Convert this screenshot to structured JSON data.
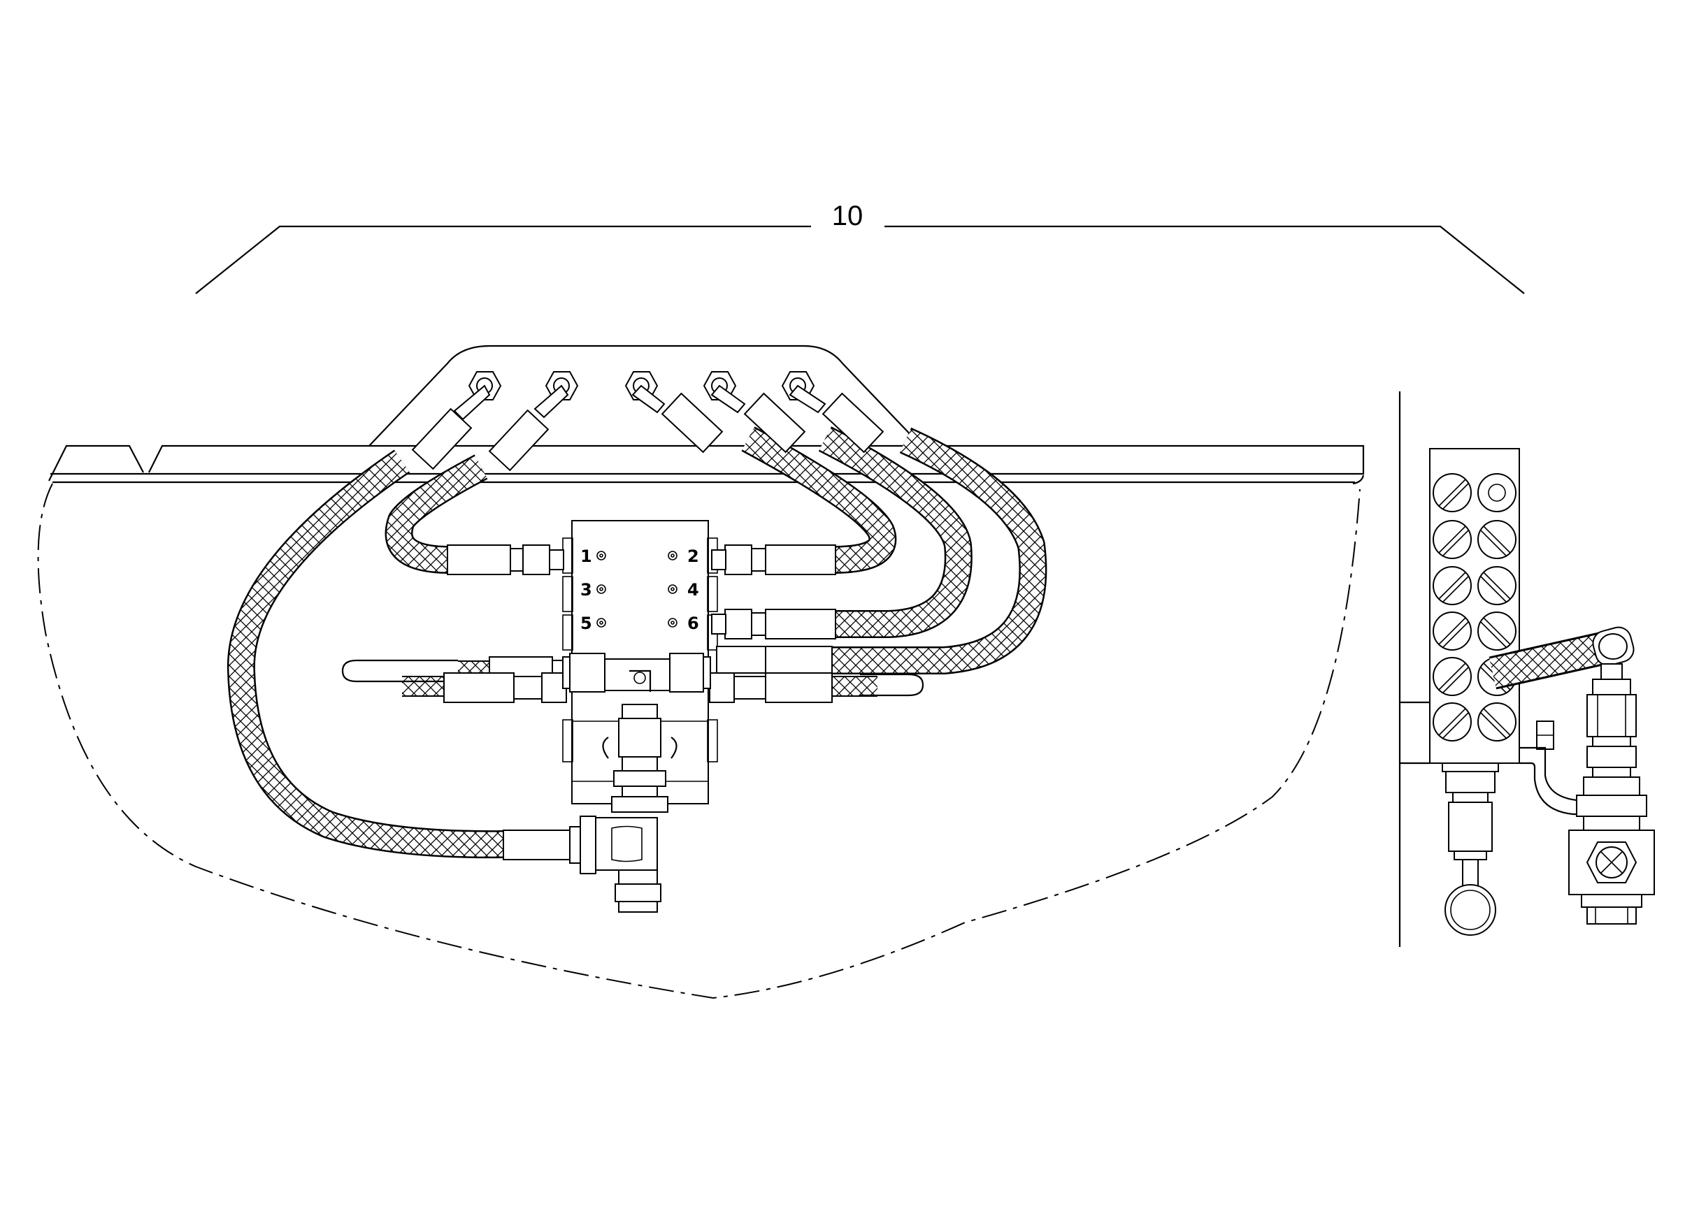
{
  "callout": {
    "number": "10"
  },
  "manifold": {
    "ports": [
      {
        "label": "1"
      },
      {
        "label": "2"
      },
      {
        "label": "3"
      },
      {
        "label": "4"
      },
      {
        "label": "5"
      },
      {
        "label": "6"
      }
    ]
  },
  "colors": {
    "line": "#000000",
    "background": "#ffffff"
  },
  "icons": [
    "braided-hose-icon",
    "manifold-block-icon",
    "terminal-block-icon",
    "valve-icon"
  ]
}
